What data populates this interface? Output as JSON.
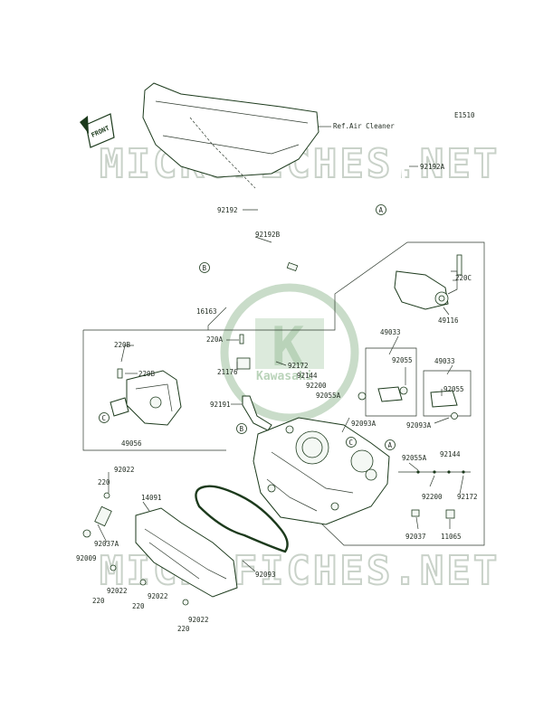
{
  "diagram": {
    "code": "E1510",
    "front_label": "FRONT",
    "ref_label": "Ref.Air Cleaner",
    "watermark": "MICROFICHES.NET",
    "logo_letter": "K",
    "logo_text": "Kawasaki",
    "callouts": {
      "a": "A",
      "b": "B",
      "c": "C"
    },
    "labels": [
      "92192A",
      "92192",
      "92192B",
      "220C",
      "49116",
      "16163",
      "220A",
      "92172",
      "92144",
      "92200",
      "92055A",
      "21176",
      "92191",
      "220B",
      "220B",
      "49056",
      "49033",
      "92055",
      "92093A",
      "49033",
      "92055",
      "92093A",
      "92055A",
      "92144",
      "92200",
      "92172",
      "92037",
      "11065",
      "92022",
      "220",
      "14091",
      "92037A",
      "92009",
      "92022",
      "220",
      "92022",
      "220",
      "92093",
      "92022",
      "220"
    ]
  }
}
